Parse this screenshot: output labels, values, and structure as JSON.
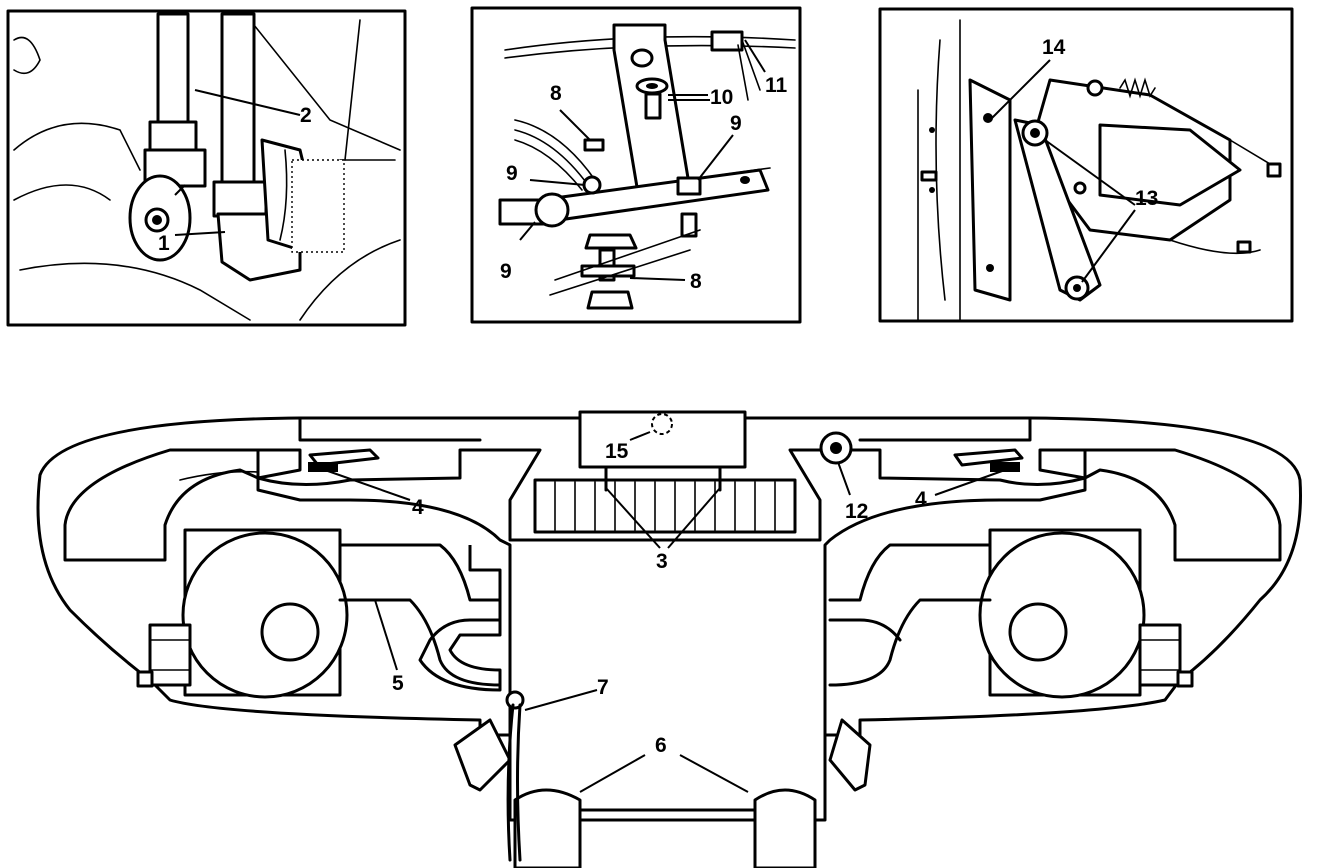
{
  "panel_top_left": {
    "callouts": [
      {
        "id": "callout-1",
        "text": "1"
      },
      {
        "id": "callout-2",
        "text": "2"
      }
    ]
  },
  "panel_top_middle": {
    "callouts": [
      {
        "id": "callout-8-top",
        "text": "8"
      },
      {
        "id": "callout-10",
        "text": "10"
      },
      {
        "id": "callout-11",
        "text": "11"
      },
      {
        "id": "callout-9-right",
        "text": "9"
      },
      {
        "id": "callout-9-left",
        "text": "9"
      },
      {
        "id": "callout-9-bottom",
        "text": "9"
      },
      {
        "id": "callout-8-bottom",
        "text": "8"
      }
    ]
  },
  "panel_top_right": {
    "callouts": [
      {
        "id": "callout-14",
        "text": "14"
      },
      {
        "id": "callout-13",
        "text": "13"
      }
    ]
  },
  "main_view": {
    "callouts": [
      {
        "id": "callout-15",
        "text": "15"
      },
      {
        "id": "callout-12",
        "text": "12"
      },
      {
        "id": "callout-4-left",
        "text": "4"
      },
      {
        "id": "callout-4-right",
        "text": "4"
      },
      {
        "id": "callout-3",
        "text": "3"
      },
      {
        "id": "callout-5",
        "text": "5"
      },
      {
        "id": "callout-7",
        "text": "7"
      },
      {
        "id": "callout-6",
        "text": "6"
      }
    ]
  }
}
